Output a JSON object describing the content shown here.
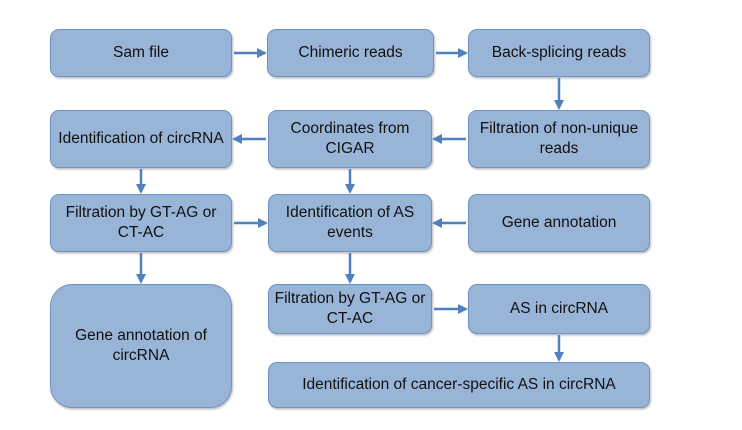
{
  "diagram": {
    "type": "flowchart",
    "colors": {
      "node_fill": "#98b5d8",
      "node_border": "#6f94c2",
      "arrow": "#4f81bd",
      "text": "#111111"
    },
    "nodes": {
      "sam_file": "Sam file",
      "chimeric_reads": "Chimeric reads",
      "back_splicing_reads": "Back-splicing reads",
      "filtration_non_unique": "Filtration of non-unique reads",
      "coordinates_cigar": "Coordinates from CIGAR",
      "identification_circrna": "Identification of circRNA",
      "filtration_gt_ag_left": "Filtration by GT-AG or CT-AC",
      "identification_as_events": "Identification of AS events",
      "gene_annotation": "Gene annotation",
      "gene_annotation_circrna": "Gene annotation of circRNA",
      "filtration_gt_ag_right": "Filtration by GT-AG or CT-AC",
      "as_in_circrna": "AS in circRNA",
      "identification_cancer_specific": "Identification of cancer-specific AS in circRNA"
    },
    "edges": [
      [
        "sam_file",
        "chimeric_reads"
      ],
      [
        "chimeric_reads",
        "back_splicing_reads"
      ],
      [
        "back_splicing_reads",
        "filtration_non_unique"
      ],
      [
        "filtration_non_unique",
        "coordinates_cigar"
      ],
      [
        "coordinates_cigar",
        "identification_circrna"
      ],
      [
        "identification_circrna",
        "filtration_gt_ag_left"
      ],
      [
        "coordinates_cigar",
        "identification_as_events"
      ],
      [
        "filtration_gt_ag_left",
        "identification_as_events"
      ],
      [
        "gene_annotation",
        "identification_as_events"
      ],
      [
        "filtration_gt_ag_left",
        "gene_annotation_circrna"
      ],
      [
        "identification_as_events",
        "filtration_gt_ag_right"
      ],
      [
        "filtration_gt_ag_right",
        "as_in_circrna"
      ],
      [
        "as_in_circrna",
        "identification_cancer_specific"
      ]
    ]
  }
}
